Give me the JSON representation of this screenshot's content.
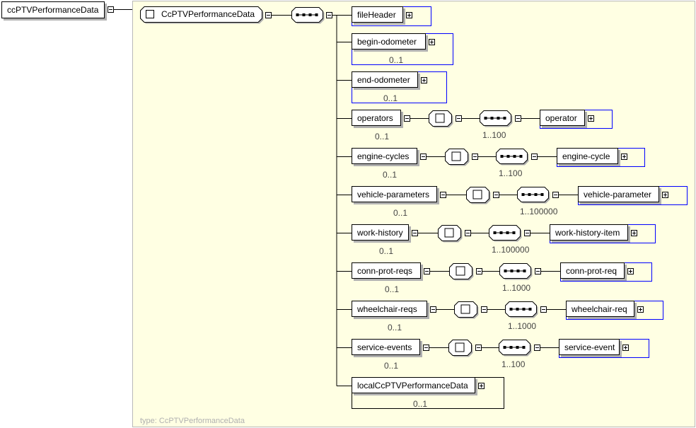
{
  "root": {
    "label": "ccPTVPerformanceData"
  },
  "complex_type": {
    "label": "CcPTVPerformanceData",
    "type_label": "type: CcPTVPerformanceData"
  },
  "children": [
    {
      "label": "fileHeader",
      "occurrence": ""
    },
    {
      "label": "begin-odometer",
      "occurrence": "0..1"
    },
    {
      "label": "end-odometer",
      "occurrence": "0..1"
    },
    {
      "label": "operators",
      "occurrence": "0..1",
      "seq_occurrence": "1..100",
      "child": "operator"
    },
    {
      "label": "engine-cycles",
      "occurrence": "0..1",
      "seq_occurrence": "1..100",
      "child": "engine-cycle"
    },
    {
      "label": "vehicle-parameters",
      "occurrence": "0..1",
      "seq_occurrence": "1..100000",
      "child": "vehicle-parameter"
    },
    {
      "label": "work-history",
      "occurrence": "0..1",
      "seq_occurrence": "1..100000",
      "child": "work-history-item"
    },
    {
      "label": "conn-prot-reqs",
      "occurrence": "0..1",
      "seq_occurrence": "1..1000",
      "child": "conn-prot-req"
    },
    {
      "label": "wheelchair-reqs",
      "occurrence": "0..1",
      "seq_occurrence": "1..1000",
      "child": "wheelchair-req"
    },
    {
      "label": "service-events",
      "occurrence": "0..1",
      "seq_occurrence": "1..100",
      "child": "service-event"
    },
    {
      "label": "localCcPTVPerformanceData",
      "occurrence": "0..1"
    }
  ],
  "colors": {
    "panel": "#ffffe3",
    "ref_border": "#0000ff"
  }
}
